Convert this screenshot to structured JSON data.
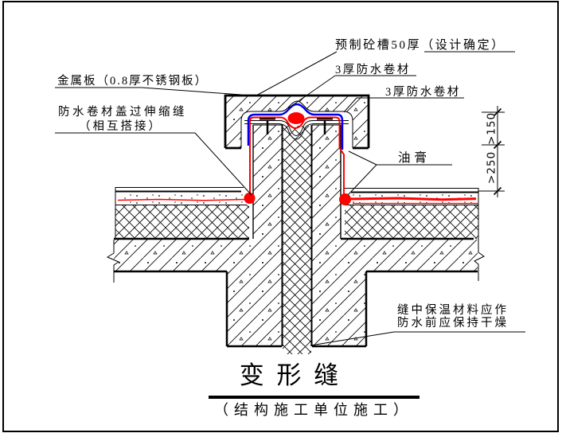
{
  "figure": {
    "title": "变 形 缝",
    "subtitle": "（结构施工单位施工）"
  },
  "callouts": {
    "precast_cap": "预制砼槽50厚（设计确定）",
    "membrane_top": "3厚防水卷材",
    "membrane_side": "3厚防水卷材",
    "metal_plate": "金属板（0.8厚不锈钢板）",
    "membrane_lap_1": "防水卷材盖过伸缩缝",
    "membrane_lap_2": "（相互搭接）",
    "sealant": "油膏",
    "insulation_note_1": "缝中保温材料应作",
    "insulation_note_2": "防水前应保持干燥"
  },
  "dimensions": {
    "cap_lap": ">150",
    "flashing_height": ">250"
  },
  "colors": {
    "membrane_red": "#ff0000",
    "membrane_blue": "#0000ee",
    "text_red": "#e60000",
    "ink": "#000000"
  }
}
